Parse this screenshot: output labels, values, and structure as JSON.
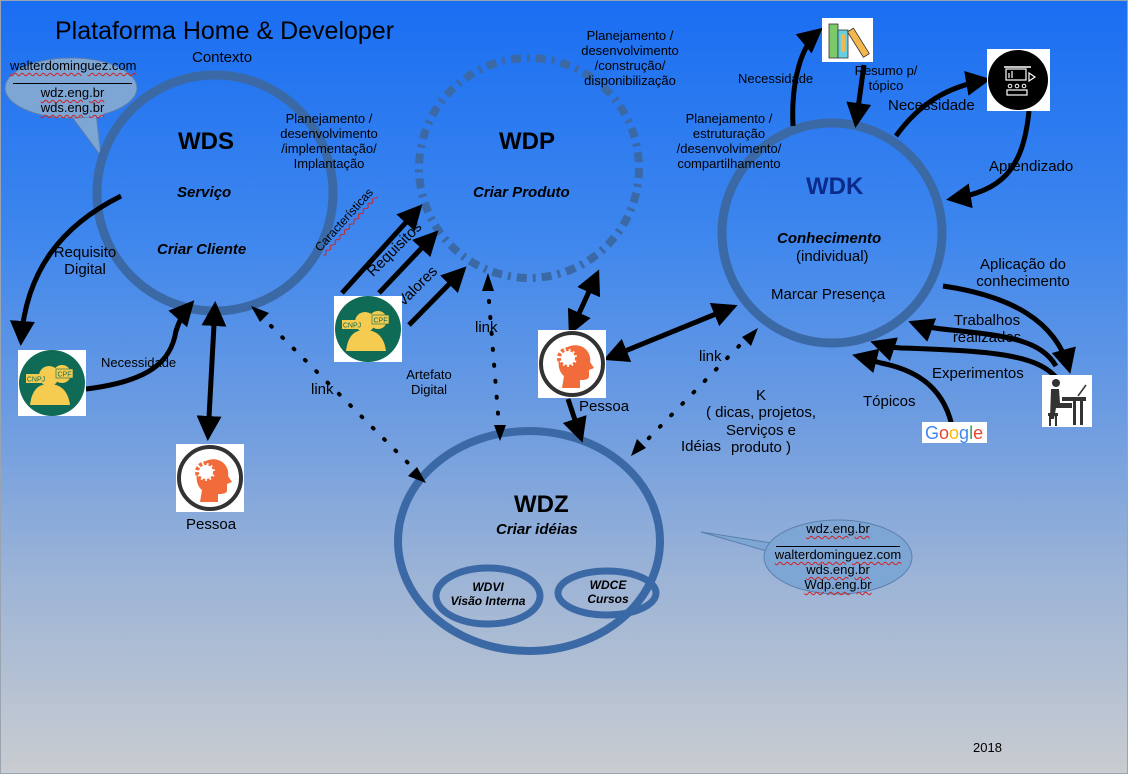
{
  "title": "Plataforma Home & Developer",
  "subtitle": "Contexto",
  "year": "2018",
  "colors": {
    "circle_stroke": "#3b69a6",
    "arrow": "#000000",
    "callout_fill": "#7ea6d4",
    "gradient_top": "#1a6ef2",
    "gradient_bottom": "#c9ccd0",
    "wdk_label": "#0c2a8a",
    "persona_orange": "#f26b3a",
    "cnpj_green": "#0f6b56",
    "cnpj_yellow": "#f5cc4f"
  },
  "callouts": {
    "top_left": {
      "lines": [
        "walterdominguez.com",
        "wdz.eng.br",
        "wds.eng.br"
      ]
    },
    "bottom_right": {
      "lines": [
        "wdz.eng.br",
        "walterdominguez.com",
        "wds.eng.br",
        "Wdp.eng.br"
      ]
    }
  },
  "nodes": {
    "wds": {
      "name": "WDS",
      "role": "Serviço",
      "action": "Criar Cliente"
    },
    "wdp": {
      "name": "WDP",
      "role": "Criar Produto"
    },
    "wdk": {
      "name": "WDK",
      "role": "Conhecimento",
      "qualifier": "(individual)",
      "action": "Marcar Presença"
    },
    "wdz": {
      "name": "WDZ",
      "role": "Criar idéias",
      "children": [
        {
          "name": "WDVI",
          "sub": "Visão Interna"
        },
        {
          "name": "WDCE",
          "sub": "Cursos"
        }
      ]
    }
  },
  "labels": {
    "wds_phase": [
      "Planejamento /",
      "desenvolvimento",
      "/implementação/",
      "Implantação"
    ],
    "wdp_phase": [
      "Planejamento /",
      "desenvolvimento",
      "/construção/",
      "disponibilização"
    ],
    "wdk_phase": [
      "Planejamento /",
      "estruturação",
      "/desenvolvimento/",
      "compartilhamento"
    ],
    "requisito_digital": [
      "Requisito",
      "Digital"
    ],
    "necessidade_left": "Necessidade",
    "caracteristicas": "Características",
    "requisitos": "Requisitos",
    "valores": "Valores",
    "artefato_digital": [
      "Artefato",
      "Digital"
    ],
    "link_left": "link",
    "link_center": "link",
    "link_right": "link",
    "pessoa_left": "Pessoa",
    "pessoa_center": "Pessoa",
    "necessidade_books": "Necessidade",
    "resumo_topico": [
      "Resumo p/",
      "tópico"
    ],
    "necessidade_training": "Necessidade",
    "aprendizado": "Aprendizado",
    "aplicacao": [
      "Aplicação do",
      "conhecimento"
    ],
    "trabalhos": [
      "Trabalhos",
      "realizados"
    ],
    "experimentos": "Experimentos",
    "topicos": "Tópicos",
    "k_block": [
      "K",
      "( dicas, projetos,",
      "Serviços e",
      "produto )"
    ],
    "ideias": "Idéias"
  },
  "icons": {
    "books": "books-icon",
    "training": "presentation-icon",
    "cnpj_cpf": "cnpj-cpf-icon",
    "persona": "person-gear-icon",
    "student": "student-desk-icon",
    "google": "google-logo",
    "google_text": "Google"
  }
}
